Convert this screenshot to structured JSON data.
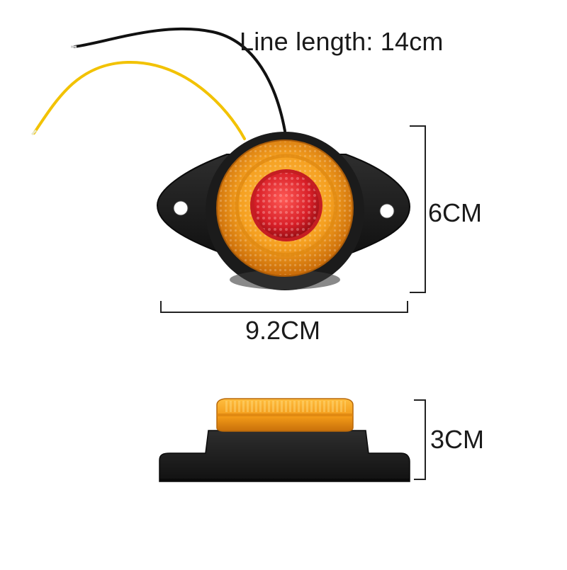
{
  "labels": {
    "line_length": "Line length: 14cm",
    "height_top_view": "6CM",
    "width_top_view": "9.2CM",
    "height_side_view": "3CM"
  },
  "colors": {
    "background": "#ffffff",
    "housing": "#1c1c1c",
    "amber_lens": "#f5a020",
    "red_lens": "#d81f28",
    "wire_black": "#111111",
    "wire_yellow": "#f2c200",
    "dimension_lines": "#222222"
  }
}
